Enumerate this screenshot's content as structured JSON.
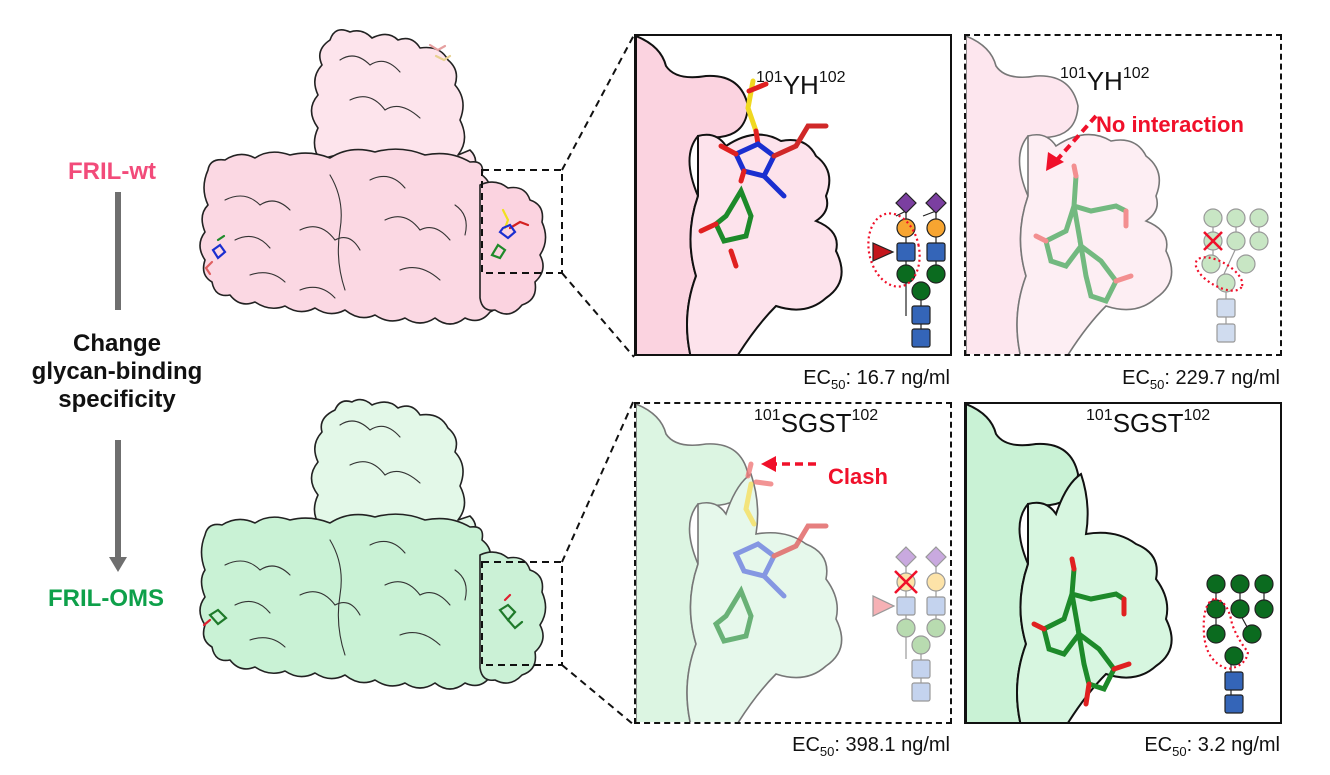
{
  "left": {
    "top_label": "FRIL-wt",
    "middle_label_lines": [
      "Change",
      "glycan-binding",
      "specificity"
    ],
    "bottom_label": "FRIL-OMS",
    "colors": {
      "wt": "#f24b7a",
      "oms": "#0ea04a",
      "arrow": "#6f6f6f"
    }
  },
  "proteins": {
    "wt": {
      "surface_color": "#fbd8e3",
      "outline": "#222222"
    },
    "oms": {
      "surface_color": "#c9f2d5",
      "outline": "#222222"
    }
  },
  "panels": [
    {
      "id": "wt-ligand1",
      "border": "solid",
      "residue_prefix": "101",
      "residue_main": "YH",
      "residue_suffix": "102",
      "note": "",
      "ec50_label": "EC",
      "ec50_sub": "50",
      "ec50_value": ": 16.7 ng/ml",
      "glycan": "sialylated-fucosylated-biantennary"
    },
    {
      "id": "wt-ligand2",
      "border": "dashed",
      "residue_prefix": "101",
      "residue_main": "YH",
      "residue_suffix": "102",
      "note": "No interaction",
      "ec50_label": "EC",
      "ec50_sub": "50",
      "ec50_value": ": 229.7 ng/ml",
      "glycan": "high-mannose-faded"
    },
    {
      "id": "oms-ligand1",
      "border": "dashed",
      "residue_prefix": "101",
      "residue_main": "SGST",
      "residue_suffix": "102",
      "note": "Clash",
      "ec50_label": "EC",
      "ec50_sub": "50",
      "ec50_value": ": 398.1 ng/ml",
      "glycan": "sialylated-fucosylated-biantennary-faded"
    },
    {
      "id": "oms-ligand2",
      "border": "solid",
      "residue_prefix": "101",
      "residue_main": "SGST",
      "residue_suffix": "102",
      "note": "",
      "ec50_label": "EC",
      "ec50_sub": "50",
      "ec50_value": ": 3.2 ng/ml",
      "glycan": "high-mannose"
    }
  ],
  "glycan_colors": {
    "sialic_acid": "#7b3fa0",
    "galactose": "#f7a531",
    "glcnac": "#3465b8",
    "mannose": "#0b6b1f",
    "fucose": "#c4161c",
    "highlight": "#f0102a"
  }
}
